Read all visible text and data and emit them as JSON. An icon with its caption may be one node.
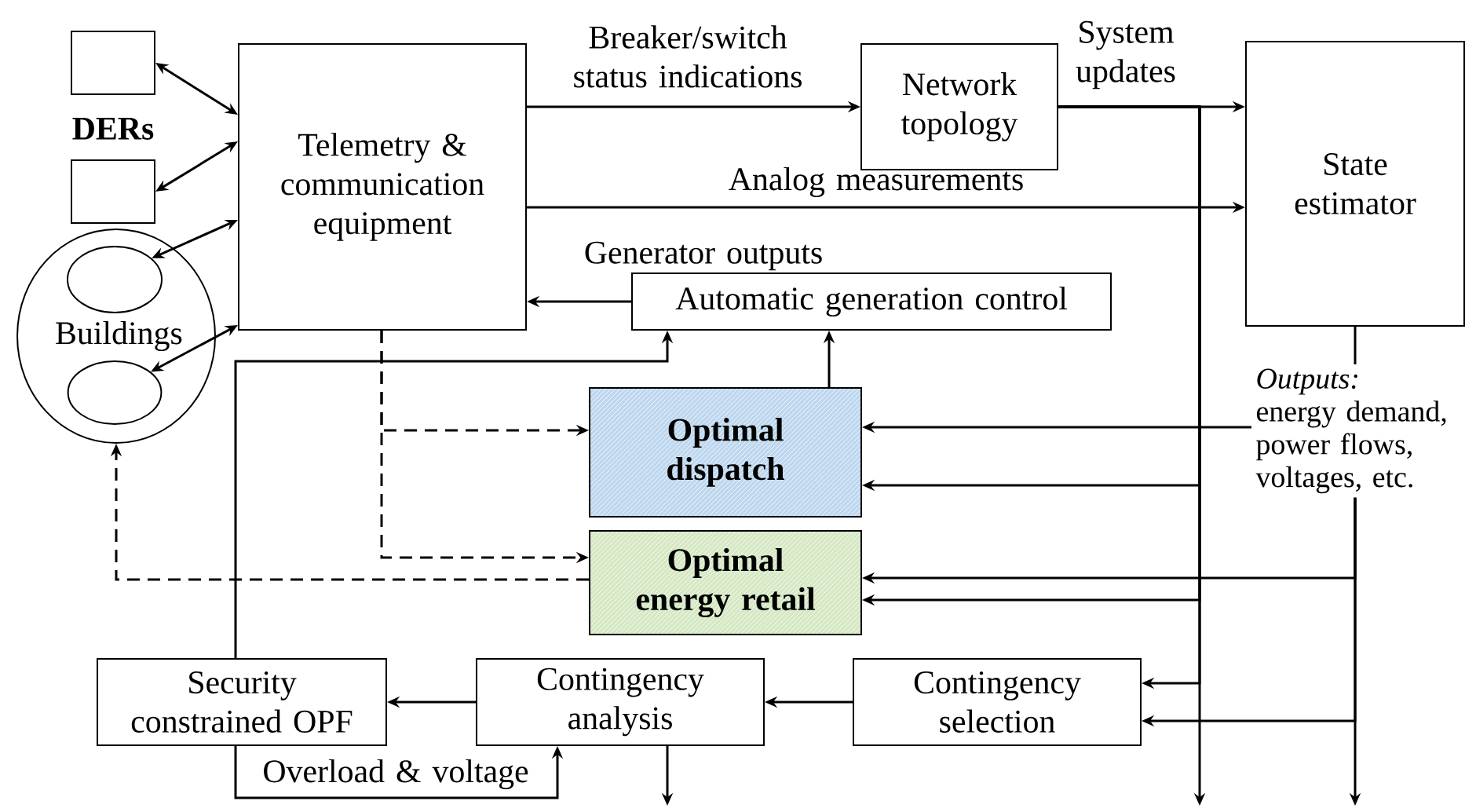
{
  "diagram": {
    "nodes": [
      {
        "text": [],
        "shape": "box"
      },
      {
        "text": [],
        "shape": "box"
      },
      {
        "text": [
          "Buildings"
        ]
      },
      {
        "text": [],
        "shape": "ellipse",
        "in": 2
      },
      {
        "text": [],
        "shape": "ellipse",
        "in": 2
      },
      {
        "text": [
          "Telemetry & communication equipment"
        ]
      },
      {
        "text": [
          "Network topology"
        ]
      },
      {
        "text": [
          "State estimator"
        ]
      },
      {
        "text": [
          "Automatic generation control"
        ]
      },
      {
        "text": [
          "Optimal dispatch"
        ]
      },
      {
        "text": [
          "Optimal energy retail"
        ]
      },
      {
        "text": [
          "Security constrained OPF"
        ]
      },
      {
        "text": [
          "Contingency analysis"
        ]
      },
      {
        "text": [
          "Contingency selection"
        ]
      },
      {
        "text": [
          "Outputs:",
          "energy demand, power flows, voltages, etc."
        ]
      }
    ],
    "edges": [
      {
        "from": 0,
        "to": 5,
        "arrow": "both"
      },
      {
        "from": 1,
        "to": 5,
        "arrow": "both"
      },
      {
        "from": 3,
        "to": 5,
        "arrow": "both"
      },
      {
        "from": 4,
        "to": 5,
        "arrow": "both"
      },
      {
        "from": 5,
        "to": 6,
        "arrow": "to",
        "label": "Breaker/switch status indications"
      },
      {
        "from": 6,
        "to": 7,
        "arrow": "to",
        "label": "System updates"
      },
      {
        "from": 5,
        "to": 7,
        "arrow": "to",
        "label": "Analog measurements"
      },
      {
        "from": 8,
        "to": 5,
        "arrow": "to",
        "label": "Generator outputs"
      },
      {
        "from": 9,
        "to": 8,
        "arrow": "to"
      },
      {
        "from": 11,
        "to": 8,
        "arrow": "to"
      },
      {
        "from": 5,
        "to": 9,
        "arrow": "to",
        "style": "dashed"
      },
      {
        "from": 5,
        "to": 10,
        "arrow": "to",
        "style": "dashed"
      },
      {
        "from": 10,
        "to": 2,
        "arrow": "to",
        "style": "dashed"
      },
      {
        "from": 6,
        "to": 9,
        "arrow": "to"
      },
      {
        "from": 6,
        "to": 10,
        "arrow": "to"
      },
      {
        "from": 6,
        "to": 13,
        "arrow": "to"
      },
      {
        "from": 6,
        "to": null,
        "arrow": "to"
      },
      {
        "from": 7,
        "to": 14,
        "arrow": "none"
      },
      {
        "from": 14,
        "to": 9,
        "arrow": "to"
      },
      {
        "from": 14,
        "to": 10,
        "arrow": "to"
      },
      {
        "from": 14,
        "to": 13,
        "arrow": "to"
      },
      {
        "from": 14,
        "to": null,
        "arrow": "to"
      },
      {
        "from": 13,
        "to": 12,
        "arrow": "to"
      },
      {
        "from": 12,
        "to": 11,
        "arrow": "to"
      },
      {
        "from": 11,
        "to": 12,
        "arrow": "to",
        "label": "Overload & voltage"
      },
      {
        "from": 12,
        "to": null,
        "arrow": "to"
      }
    ],
    "labels": [
      "DERs"
    ]
  }
}
